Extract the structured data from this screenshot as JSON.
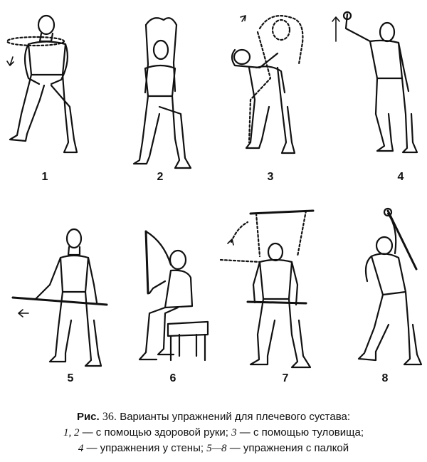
{
  "figure_labels": [
    "1",
    "2",
    "3",
    "4",
    "5",
    "6",
    "7",
    "8"
  ],
  "caption": {
    "line1_prefix": "Рис.",
    "line1_number": "36",
    "line1_text": ". Варианты упражнений для плечевого сустава:",
    "line2_a": "1, 2",
    "line2_b": " — с помощью здоровой руки; ",
    "line2_c": "3",
    "line2_d": " — с помощью туловища;",
    "line3_a": "4",
    "line3_b": " — упражнения у стены; ",
    "line3_c": "5—8",
    "line3_d": " — упражнения с палкой"
  }
}
